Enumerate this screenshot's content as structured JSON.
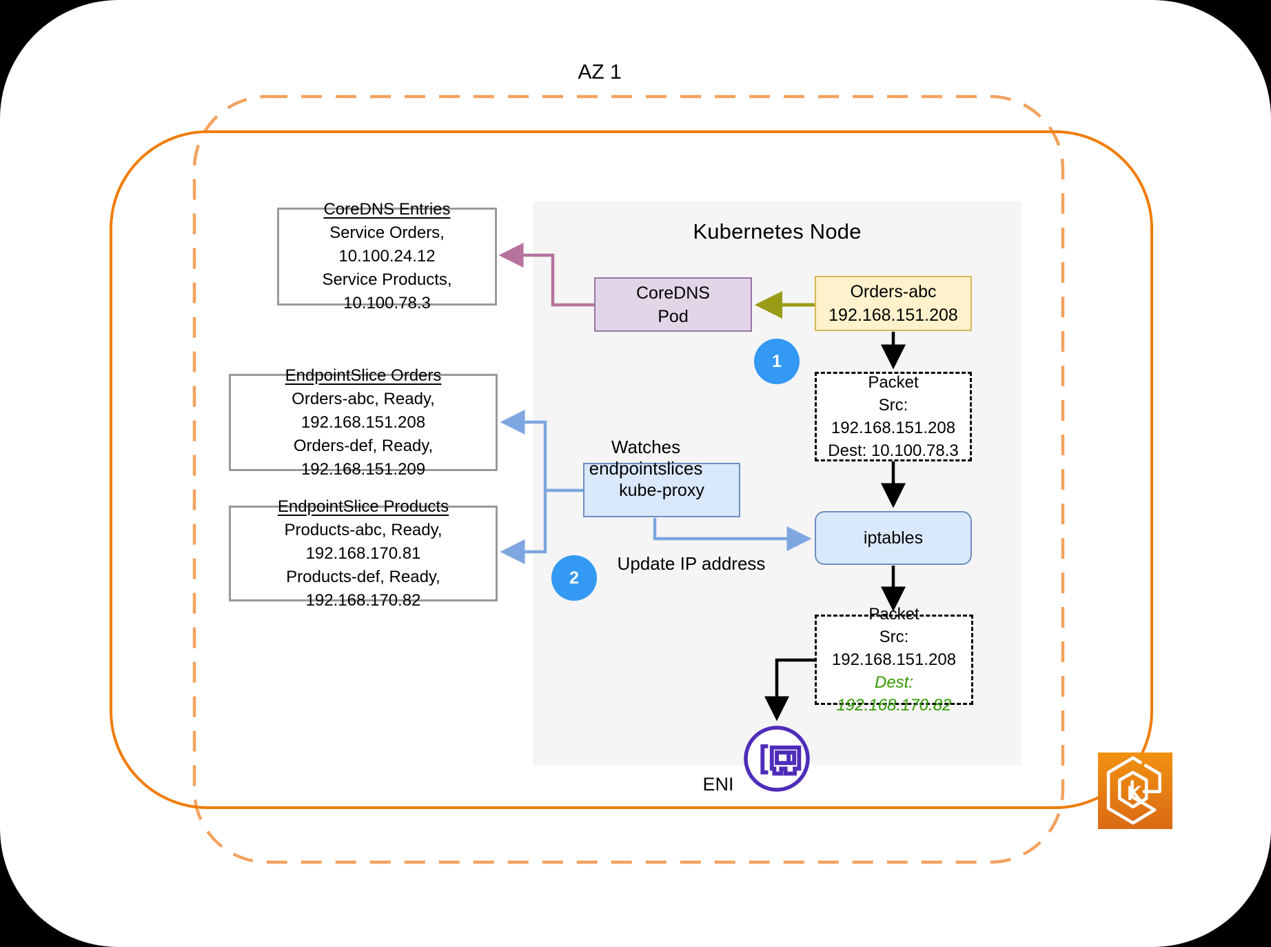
{
  "page": {
    "az_label": "AZ 1"
  },
  "node": {
    "title": "Kubernetes Node"
  },
  "coredns_entries": {
    "title": "CoreDNS Entries",
    "lines": [
      "Service Orders, 10.100.24.12",
      "Service Products, 10.100.78.3"
    ]
  },
  "endpointslice_orders": {
    "title": "EndpointSlice Orders",
    "lines": [
      "Orders-abc, Ready, 192.168.151.208",
      "Orders-def, Ready, 192.168.151.209"
    ]
  },
  "endpointslice_products": {
    "title": "EndpointSlice Products",
    "lines": [
      "Products-abc, Ready, 192.168.170.81",
      "Products-def, Ready, 192.168.170.82"
    ]
  },
  "coredns_pod": {
    "line1": "CoreDNS",
    "line2": "Pod"
  },
  "orders_pod": {
    "line1": "Orders-abc",
    "line2": "192.168.151.208"
  },
  "packet_before": {
    "title": "Packet",
    "src": "Src: 192.168.151.208",
    "dest": "Dest: 10.100.78.3"
  },
  "packet_after": {
    "title": "Packet",
    "src": "Src: 192.168.151.208",
    "dest": "Dest: 192.168.170.82"
  },
  "kube_proxy": {
    "label": "kube-proxy"
  },
  "iptables": {
    "label": "iptables"
  },
  "annotations": {
    "watches": "Watches endpointslices",
    "update": "Update IP address",
    "eni": "ENI"
  },
  "badges": {
    "step1": "1",
    "step2": "2"
  },
  "icons": {
    "eni": "network-interface-icon",
    "eks": "amazon-eks-icon"
  },
  "colors": {
    "accent_solid": "#f07c06",
    "accent_dashed": "#f3a25f",
    "node_bg": "#f5f5f5",
    "box_border": "#999999",
    "purple_fill": "#e1d5e7",
    "purple_stroke": "#9673a6",
    "yellow_fill": "#fff2cc",
    "yellow_stroke": "#d6b656",
    "blue_fill": "#dae8fc",
    "blue_stroke": "#6c8ebf",
    "arrow_black": "#000000",
    "arrow_pink": "#b5739d",
    "arrow_olive": "#9a9b17",
    "arrow_blue": "#7ea6e0",
    "badge_blue": "#3399f3",
    "green_text": "#339900",
    "eni_purple": "#4f2cba",
    "eks_grad_top": "#f29111",
    "eks_grad_bottom": "#d96a15"
  }
}
